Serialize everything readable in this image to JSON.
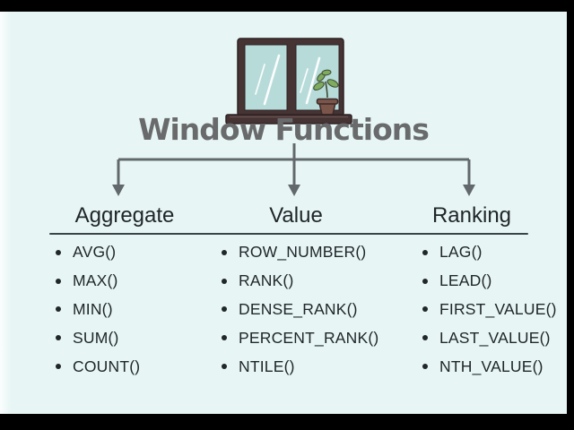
{
  "title": "Window Functions",
  "columns": [
    {
      "header": "Aggregate",
      "items": [
        "AVG()",
        "MAX()",
        "MIN()",
        "SUM()",
        "COUNT()"
      ]
    },
    {
      "header": "Value",
      "items": [
        "ROW_NUMBER()",
        "RANK()",
        "DENSE_RANK()",
        "PERCENT_RANK()",
        "NTILE()"
      ]
    },
    {
      "header": "Ranking",
      "items": [
        "LAG()",
        "LEAD()",
        "FIRST_VALUE()",
        "LAST_VALUE()",
        "NTH_VALUE()"
      ]
    }
  ],
  "icons": {
    "window": "window-with-plant-illustration"
  },
  "colors": {
    "letterbox": "#000000",
    "background": "#e7f6f5",
    "title_gray": "#696a6c",
    "connector_gray": "#62686c",
    "text_dark": "#20262a",
    "rule_dark": "#39434a",
    "window_frame_brown": "#463435",
    "window_glass_teal": "#b7dbd9",
    "plant_green": "#7fab5e",
    "pot_brown": "#7b544a"
  }
}
